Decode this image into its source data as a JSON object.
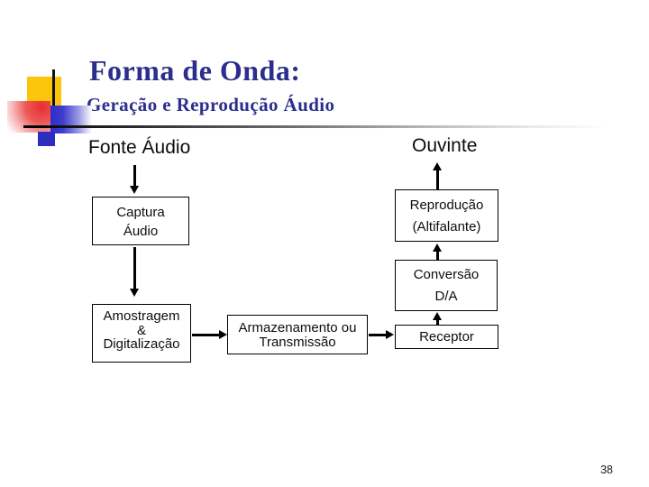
{
  "slide": {
    "title": "Forma de Onda:",
    "subtitle": "Geração e Reprodução Áudio",
    "page_number": "38",
    "colors": {
      "title_navy": "#2b2e8c",
      "logo_yellow": "#fdc50a",
      "logo_red": "#e82d2d",
      "logo_blue": "#2d2dc8",
      "text": "#0d0d0d",
      "background": "#ffffff"
    }
  },
  "diagram": {
    "source_label": "Fonte Áudio",
    "listener_label": "Ouvinte",
    "boxes": {
      "captura": {
        "lines": [
          "Captura",
          "Áudio"
        ]
      },
      "amostragem": {
        "lines": [
          "Amostragem",
          "&",
          "Digitalização"
        ]
      },
      "armazenamento": {
        "lines": [
          "Armazenamento ou",
          "Transmissão"
        ]
      },
      "reproducao": {
        "lines": [
          "Reprodução",
          "(Altifalante)"
        ]
      },
      "conversao": {
        "lines": [
          "Conversão",
          "D/A"
        ]
      },
      "receptor": {
        "lines": [
          "Receptor"
        ]
      }
    }
  }
}
